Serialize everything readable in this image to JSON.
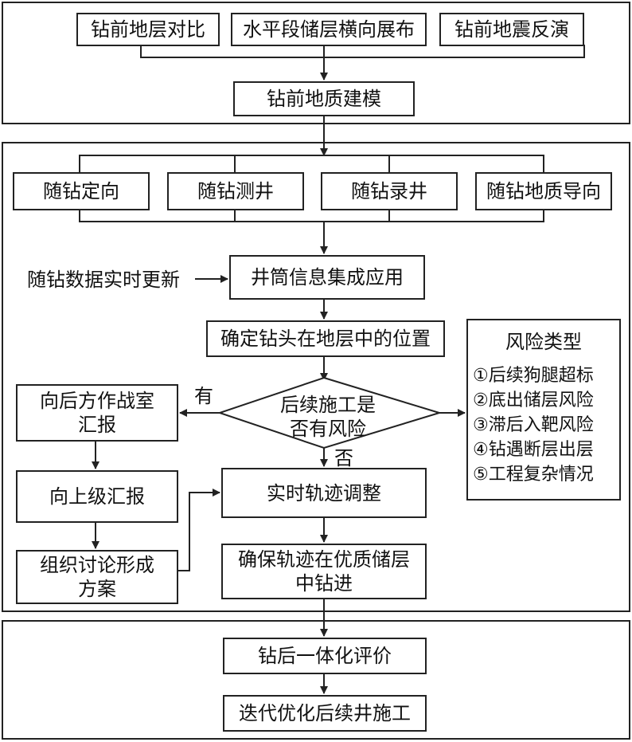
{
  "stage1": {
    "top": [
      "钻前地层对比",
      "水平段储层横向展布",
      "钻前地震反演"
    ],
    "model": "钻前地质建模"
  },
  "stage2": {
    "top": [
      "随钻定向",
      "随钻测井",
      "随钻录井",
      "随钻地质导向"
    ],
    "realtime_label": "随钻数据实时更新",
    "integration": "井筒信息集成应用",
    "locate": "确定钻头在地层中的位置",
    "decision": "后续施工是\n否有风险",
    "yes_label": "有",
    "no_label": "否",
    "report_back": "向后方作战室\n汇报",
    "report_up": "向上级汇报",
    "organize": "组织讨论形成\n方案",
    "adjust": "实时轨迹调整",
    "ensure": "确保轨迹在优质储层\n中钻进",
    "risk": {
      "title": "风险类型",
      "items": [
        "①后续狗腿超标",
        "②底出储层风险",
        "③滞后入靶风险",
        "④钻遇断层出层",
        "⑤工程复杂情况"
      ]
    }
  },
  "stage3": {
    "evaluate": "钻后一体化评价",
    "iterate": "迭代优化后续井施工"
  }
}
